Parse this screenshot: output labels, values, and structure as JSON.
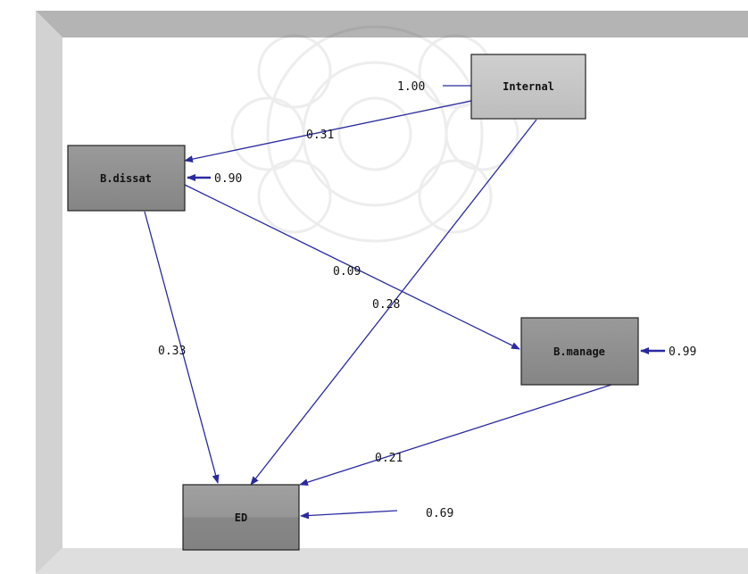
{
  "nodes": {
    "internal": "Internal",
    "b_dissat": "B.dissat",
    "b_manage": "B.manage",
    "ed": "ED"
  },
  "coefficients": {
    "internal_error": "1.00",
    "internal_to_bdissat": "0.31",
    "bdissat_error": "0.90",
    "bdissat_to_bmanage": "0.09",
    "internal_to_ed": "0.28",
    "bdissat_to_ed": "0.33",
    "bmanage_error": "0.99",
    "bmanage_to_ed": "0.21",
    "ed_error": "0.69"
  },
  "colors": {
    "arrow": "#2a2aa0",
    "frame_top": "#b4b4b4",
    "frame_left": "#d0d0d0",
    "frame_bottom": "#dcdcdc",
    "frame_right": "#c8c8c8",
    "node_light": "#c6c6c6",
    "node_mid": "#9a9a9a",
    "node_dark": "#8c8c8c"
  }
}
